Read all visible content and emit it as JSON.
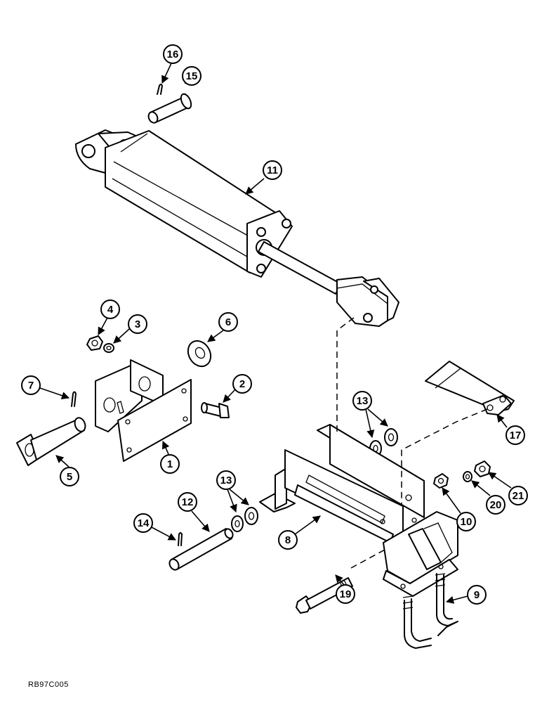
{
  "document_code": "RB97C005",
  "callouts": [
    "16",
    "15",
    "11",
    "4",
    "3",
    "6",
    "7",
    "2",
    "1",
    "5",
    "13",
    "13",
    "17",
    "12",
    "14",
    "8",
    "10",
    "20",
    "21",
    "19",
    "9"
  ]
}
